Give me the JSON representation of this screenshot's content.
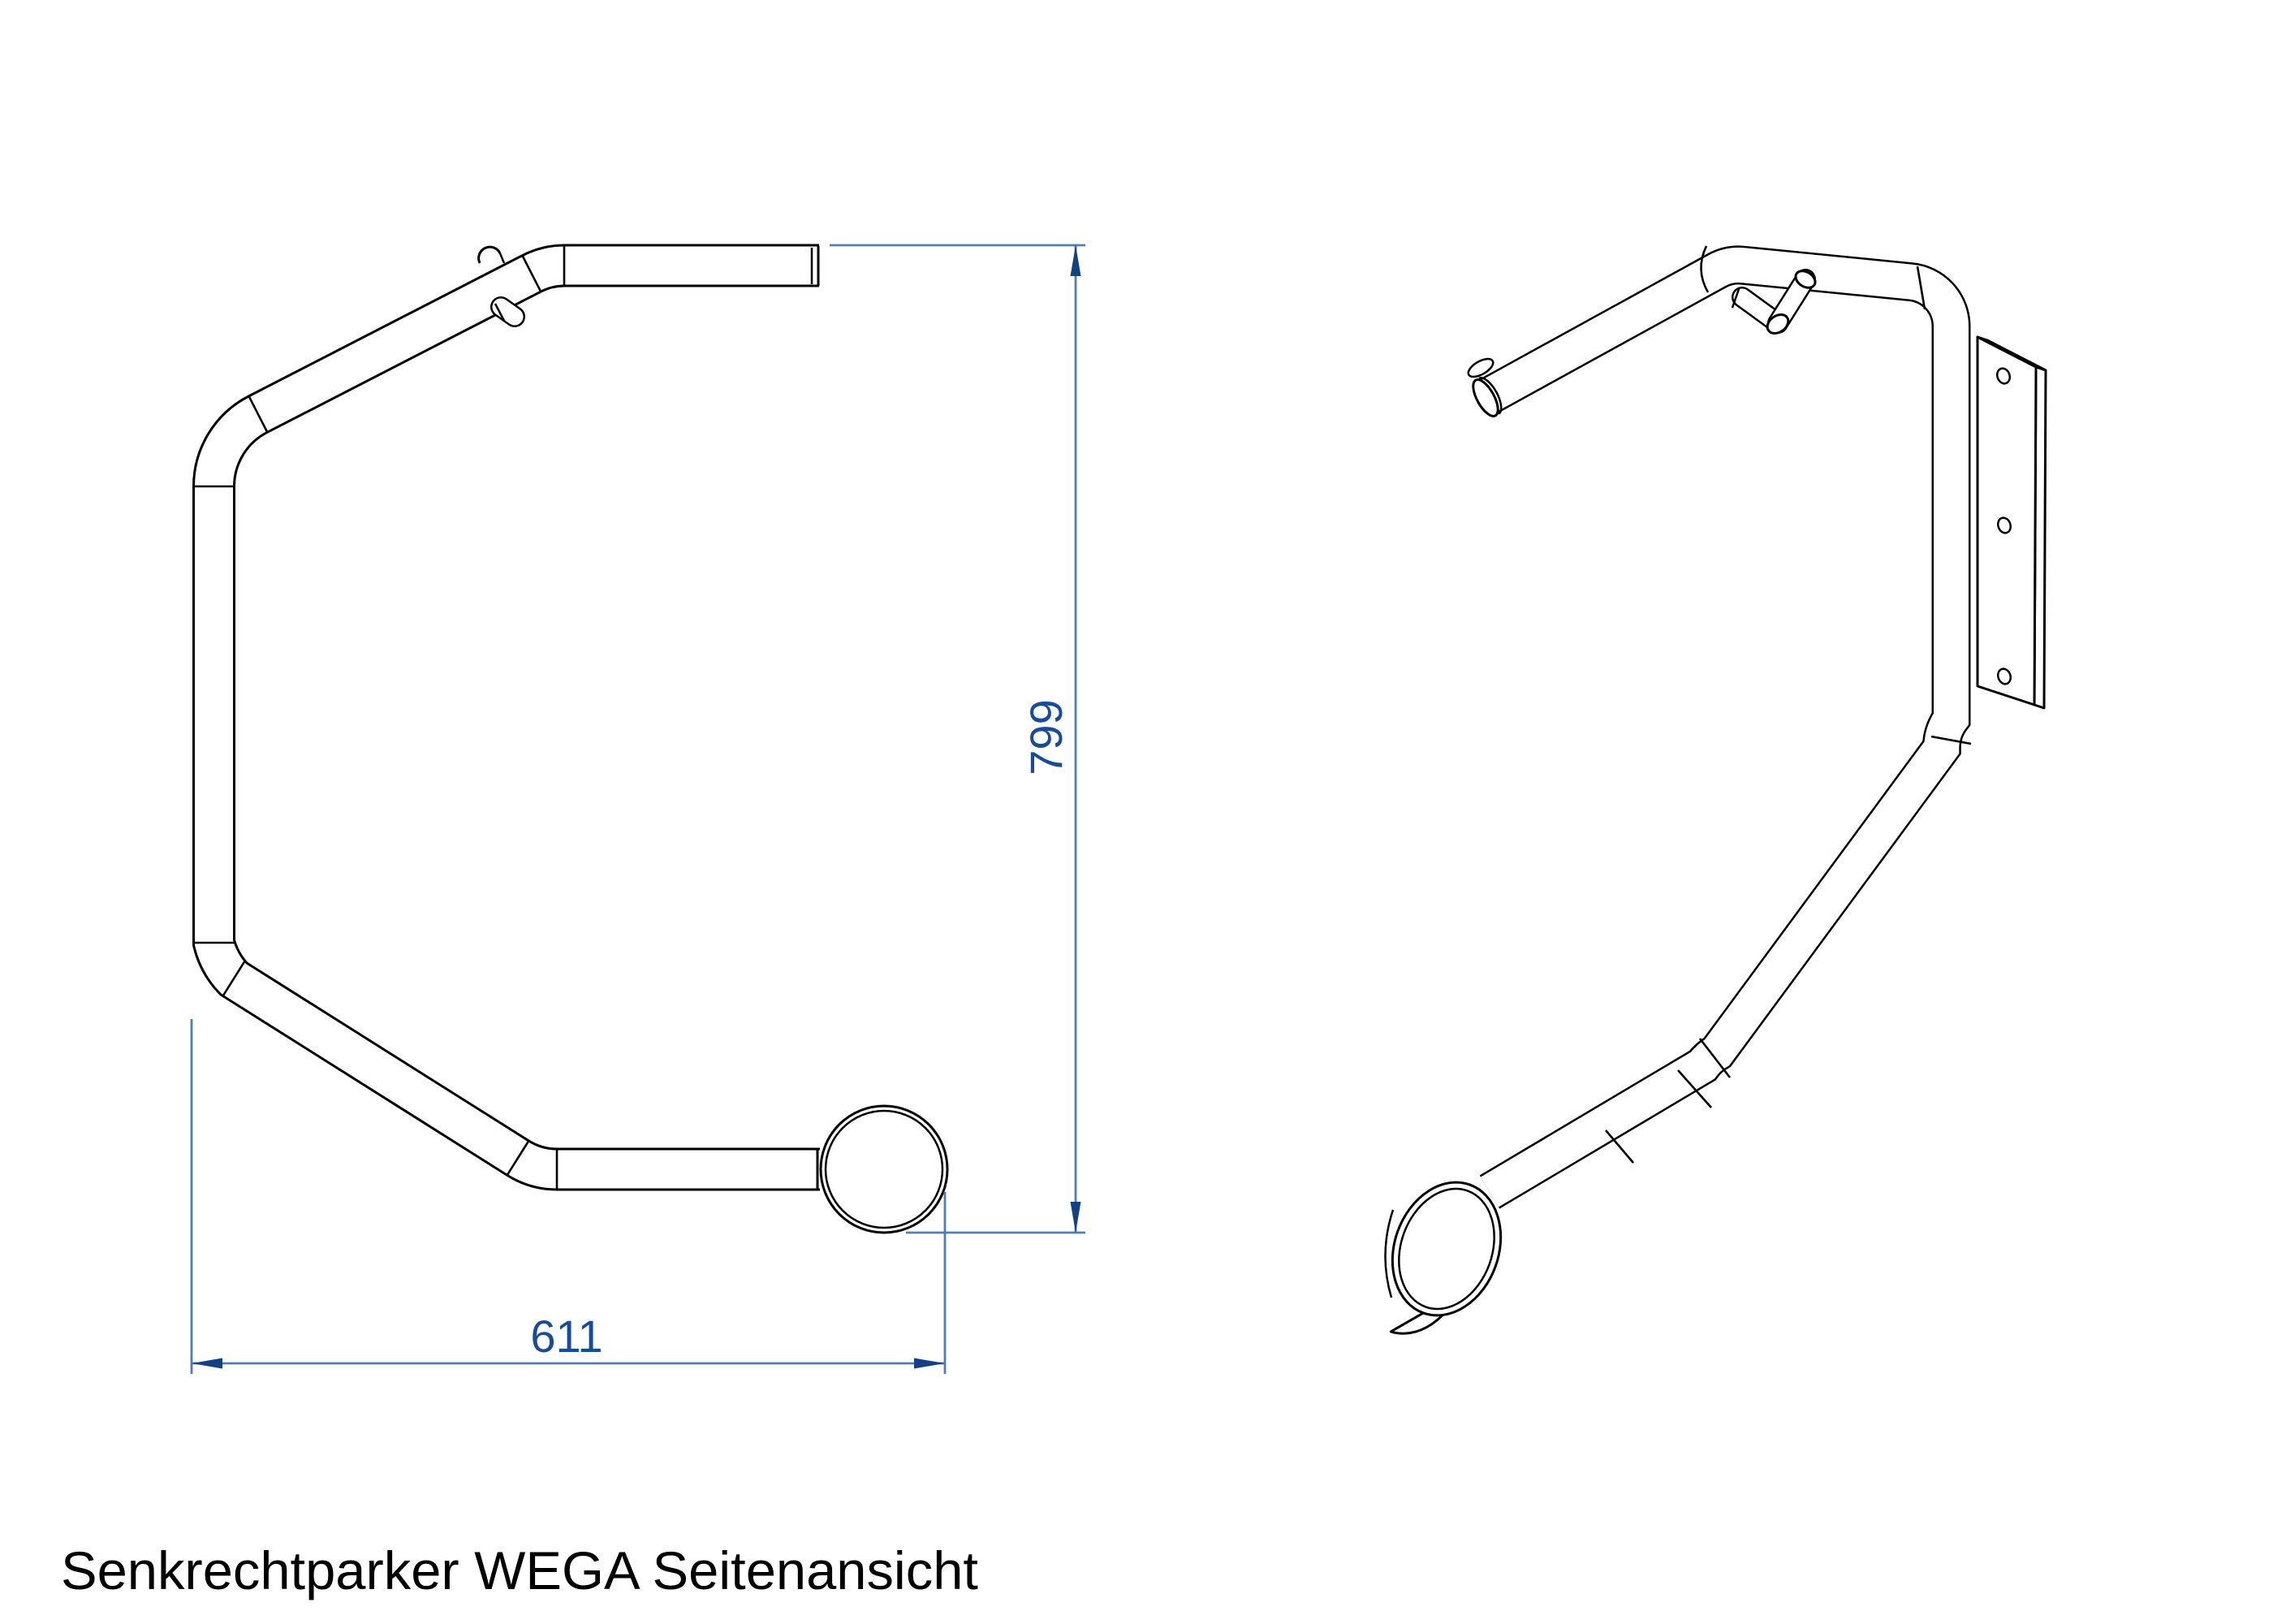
{
  "caption": {
    "text": "Senkrechtparker WEGA Seitenansicht"
  },
  "dimensions": {
    "height": {
      "value": "799"
    },
    "width": {
      "value": "611"
    }
  },
  "colors": {
    "bg": "#ffffff",
    "ink": "#000000",
    "dimline": "#527cb4",
    "dimarrow": "#12427f",
    "dimtext": "#1a4b96"
  }
}
